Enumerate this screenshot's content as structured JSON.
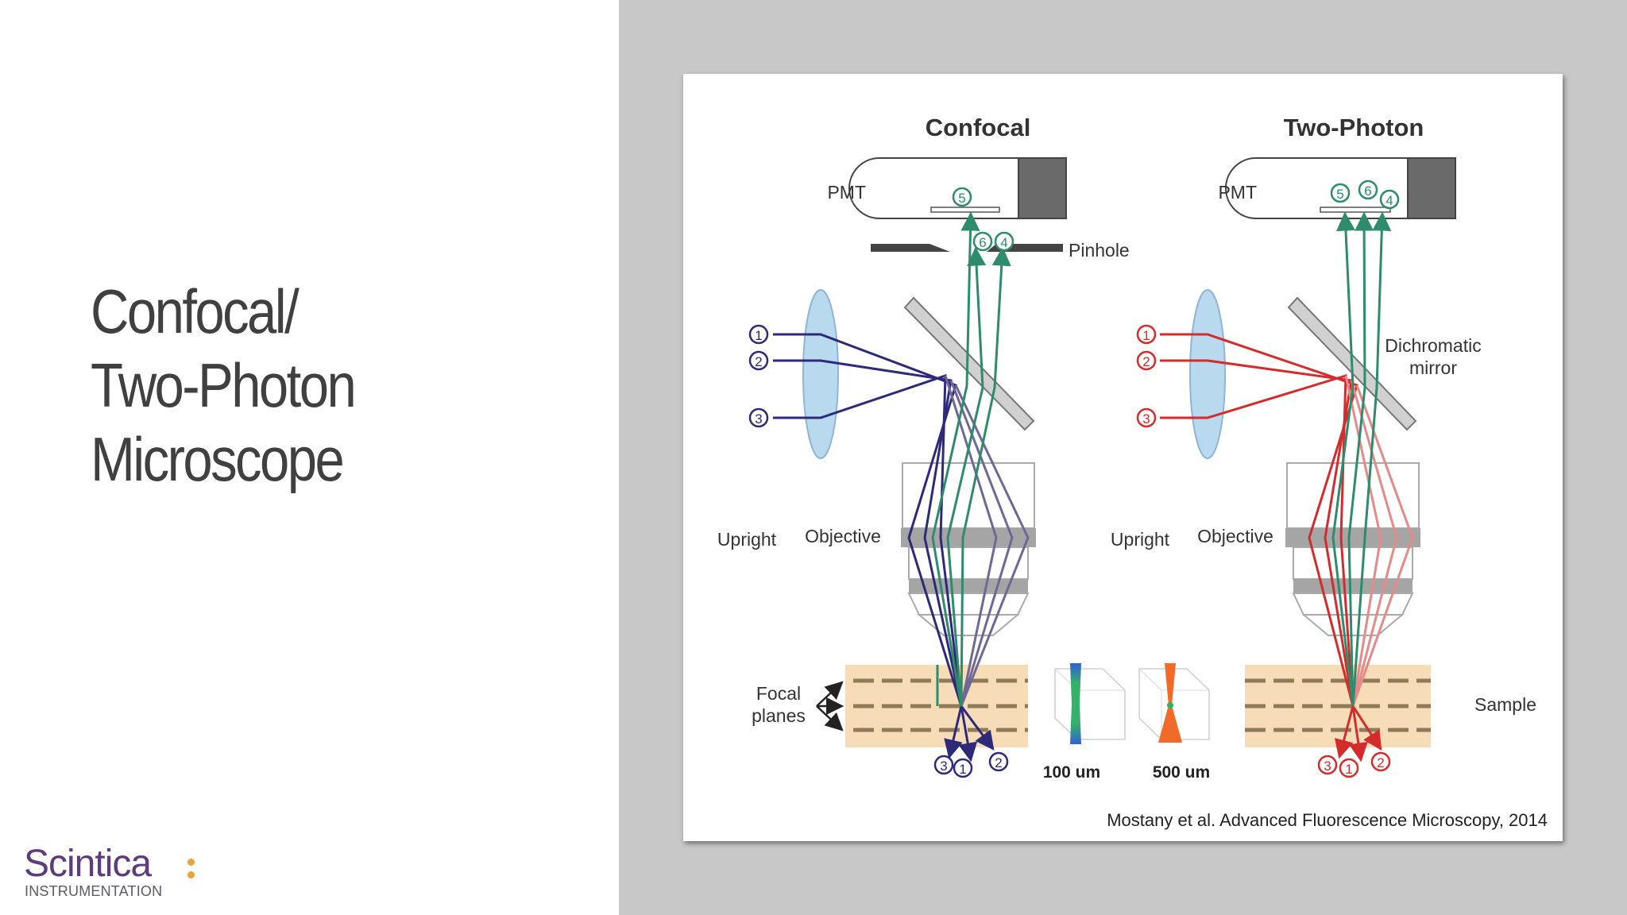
{
  "slide": {
    "title_lines": [
      "Confocal/",
      "Two-Photon",
      "Microscope"
    ]
  },
  "logo": {
    "name": "Scintica",
    "subtitle": "INSTRUMENTATION"
  },
  "figure": {
    "confocal": {
      "title": "Confocal",
      "pmt_label": "PMT",
      "pinhole_label": "Pinhole",
      "upright_label": "Upright",
      "objective_label": "Objective",
      "focal_planes_label_line1": "Focal",
      "focal_planes_label_line2": "planes",
      "scale_label": "100 um",
      "input_markers": [
        "1",
        "2",
        "3"
      ],
      "output_markers": [
        "3",
        "1",
        "2"
      ],
      "detector_markers": [
        "5",
        "6",
        "4"
      ]
    },
    "two_photon": {
      "title": "Two-Photon",
      "pmt_label": "PMT",
      "dichromatic_label_line1": "Dichromatic",
      "dichromatic_label_line2": "mirror",
      "upright_label": "Upright",
      "objective_label": "Objective",
      "sample_label": "Sample",
      "scale_label": "500 um",
      "input_markers": [
        "1",
        "2",
        "3"
      ],
      "output_markers": [
        "3",
        "1",
        "2"
      ],
      "detector_markers": [
        "5",
        "6",
        "4"
      ]
    },
    "citation": "Mostany et al. Advanced Fluorescence Microscopy, 2014"
  },
  "colors": {
    "confocal_excitation": "#2e2a7a",
    "two_photon_excitation": "#d42c2c",
    "emission": "#2e8b6b",
    "sample_fill": "#f7dcb8",
    "focal_plane_dash": "#8f7a5a",
    "lens_fill": "#b9d9ef",
    "objective_band": "#a5a5a5",
    "background_panel": "#c8c8c8"
  }
}
